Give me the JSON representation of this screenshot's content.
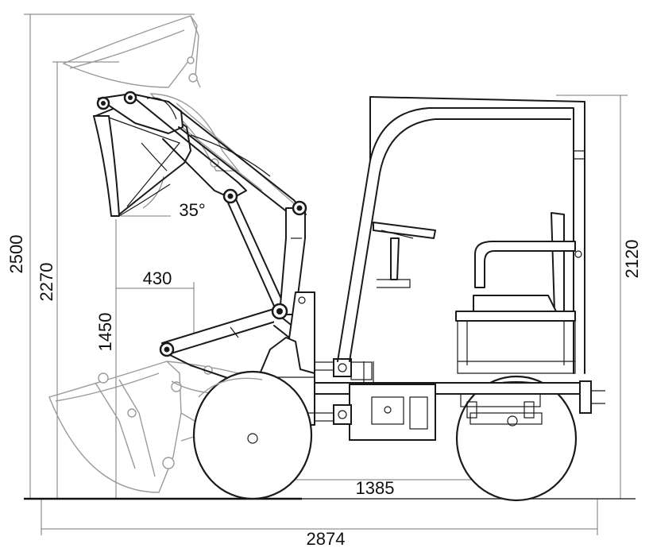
{
  "drawing": {
    "dimensions": {
      "overall_height": "2500",
      "max_bucket_pin_height": "2270",
      "dump_height": "1450",
      "dump_reach": "430",
      "dump_angle": "35°",
      "cab_height": "2120",
      "wheelbase": "1385",
      "overall_length": "2874"
    }
  }
}
